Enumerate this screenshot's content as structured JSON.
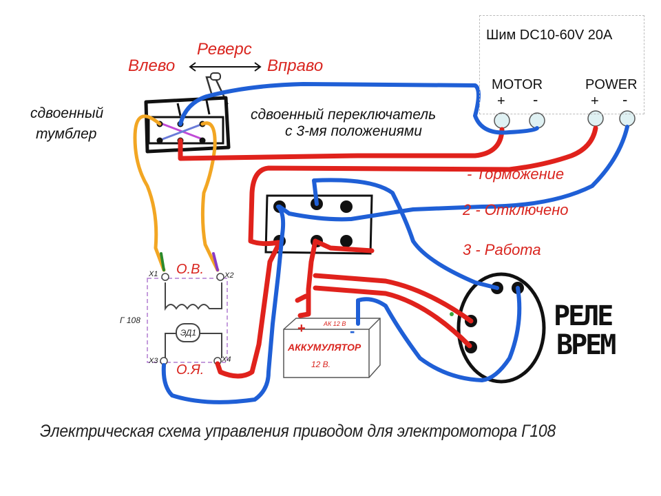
{
  "pwm": {
    "label": "Шим DC10-60V 20A",
    "motor_label": "MOTOR",
    "power_label": "POWER",
    "plus": "+",
    "minus": "-"
  },
  "switch": {
    "direction_reverse": "Реверс",
    "direction_left": "Влево",
    "direction_right": "Вправо",
    "toggle_label_line1": "сдвоенный",
    "toggle_label_line2": "тумблер",
    "switch3_line1": "сдвоенный переключатель",
    "switch3_line2": "с 3-мя положениями"
  },
  "modes": {
    "mode1": "- Торможение",
    "mode2": "2 - Отключено",
    "mode3": "3 - Работа"
  },
  "motor": {
    "ov_label": "О.В.",
    "oya_label": "О.Я.",
    "model": "Г 108",
    "armature": "ЭД1",
    "x1": "X1",
    "x2": "X2",
    "x3": "X3",
    "x4": "X4"
  },
  "battery": {
    "small_label": "АК 12 В",
    "name": "АККУМУЛЯТОР",
    "voltage": "12 В.",
    "plus": "+",
    "minus": "-"
  },
  "relay": {
    "line1": "РЕЛЕ",
    "line2": "ВРЕМ"
  },
  "caption": "Электрическая схема управления приводом для электромотора Г108",
  "colors": {
    "wire_red": "#e0221c",
    "wire_blue": "#1f5fd6",
    "wire_orange": "#f2a623",
    "text_red": "#d9251f"
  }
}
